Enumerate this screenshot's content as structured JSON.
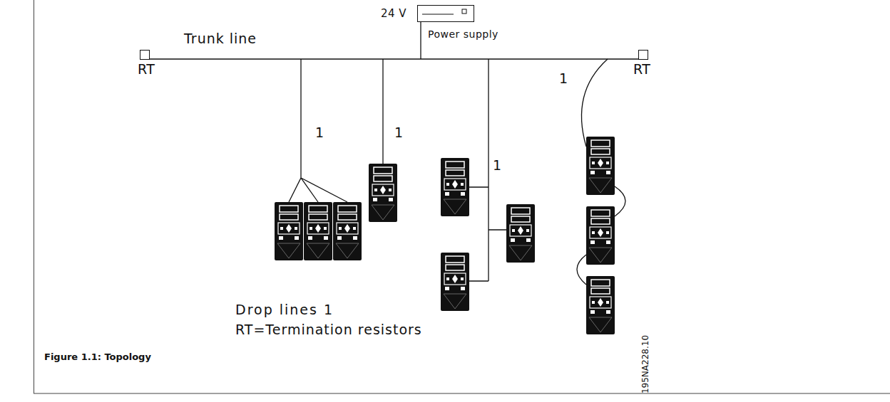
{
  "diagram": {
    "caption": "Figure 1.1: Topology",
    "nodes": [
      {
        "text": [
          "RT"
        ]
      },
      {
        "text": [
          "24 V",
          "Power supply"
        ]
      },
      {
        "text": [
          "RT"
        ]
      }
    ],
    "edges": [
      {
        "from": 0,
        "to": 2,
        "arrow": "none",
        "label": "Trunk line"
      }
    ],
    "labels": [
      "1",
      "1",
      "1",
      "1",
      "Drop lines 1",
      "RT=Termination resistors",
      "195NA228.10"
    ]
  }
}
